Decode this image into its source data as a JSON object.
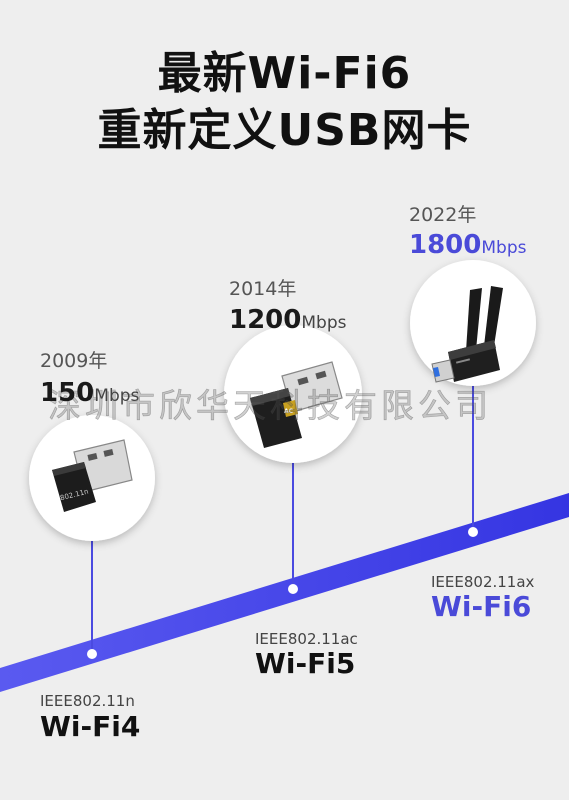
{
  "title": {
    "line1": "最新Wi-Fi6",
    "line2": "重新定义USB网卡"
  },
  "milestones": [
    {
      "year": "2009年",
      "speed_num": "150",
      "speed_unit": "Mbps",
      "standard": "IEEE802.11n",
      "generation": "Wi-Fi4",
      "product_icon": "mini-usb-wifi-adapter-icon",
      "product_label": "802.11n"
    },
    {
      "year": "2014年",
      "speed_num": "1200",
      "speed_unit": "Mbps",
      "standard": "IEEE802.11ac",
      "generation": "Wi-Fi5",
      "product_icon": "usb-wifi-adapter-icon",
      "product_label": "AC"
    },
    {
      "year": "2022年",
      "speed_num": "1800",
      "speed_unit": "Mbps",
      "standard": "IEEE802.11ax",
      "generation": "Wi-Fi6",
      "product_icon": "dual-antenna-wifi-adapter-icon"
    }
  ],
  "watermark": "深圳市欣华天科技有限公司",
  "colors": {
    "accent": "#4a4ad8",
    "timeline": "#3e3ee6",
    "background": "#eeeeee"
  }
}
